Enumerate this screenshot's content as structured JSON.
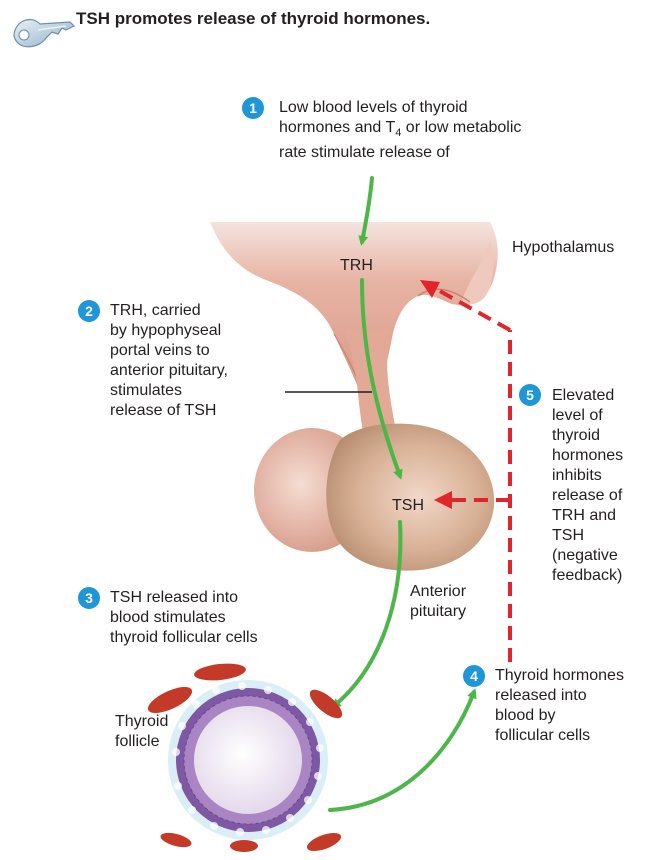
{
  "title": "TSH promotes release of thyroid hormones.",
  "steps": [
    {
      "number": "1",
      "lines": [
        "Low blood levels of thyroid",
        "hormones and T4 or low metabolic",
        "rate stimulate release of"
      ]
    },
    {
      "number": "2",
      "lines": [
        "TRH, carried",
        "by hypophyseal",
        "portal veins to",
        "anterior pituitary,",
        "stimulates",
        "release of TSH"
      ]
    },
    {
      "number": "3",
      "lines": [
        "TSH released into",
        "blood stimulates",
        "thyroid follicular cells"
      ]
    },
    {
      "number": "4",
      "lines": [
        "Thyroid hormones",
        "released into",
        "blood by",
        "follicular cells"
      ]
    },
    {
      "number": "5",
      "lines": [
        "Elevated",
        "level of",
        "thyroid",
        "hormones",
        "inhibits",
        "release of",
        "TRH and",
        "TSH",
        "(negative",
        "feedback)"
      ]
    }
  ],
  "labels": {
    "hypothalamus": "Hypothalamus",
    "trh": "TRH",
    "tsh": "TSH",
    "anterior_pituitary": [
      "Anterior",
      "pituitary"
    ],
    "thyroid_follicle": [
      "Thyroid",
      "follicle"
    ]
  },
  "colors": {
    "stimulate_arrow": "#4cb748",
    "feedback_arrow": "#e2242b",
    "badge": "#1e96d8",
    "hypothalamus_tissue": "#e9b4a4",
    "pituitary_tissue": "#c89d80",
    "follicle_cells": "#8a62a8",
    "follicle_colloid": "#efe8f2",
    "red_cells": "#c43a28"
  },
  "icons": [
    "key-icon"
  ]
}
